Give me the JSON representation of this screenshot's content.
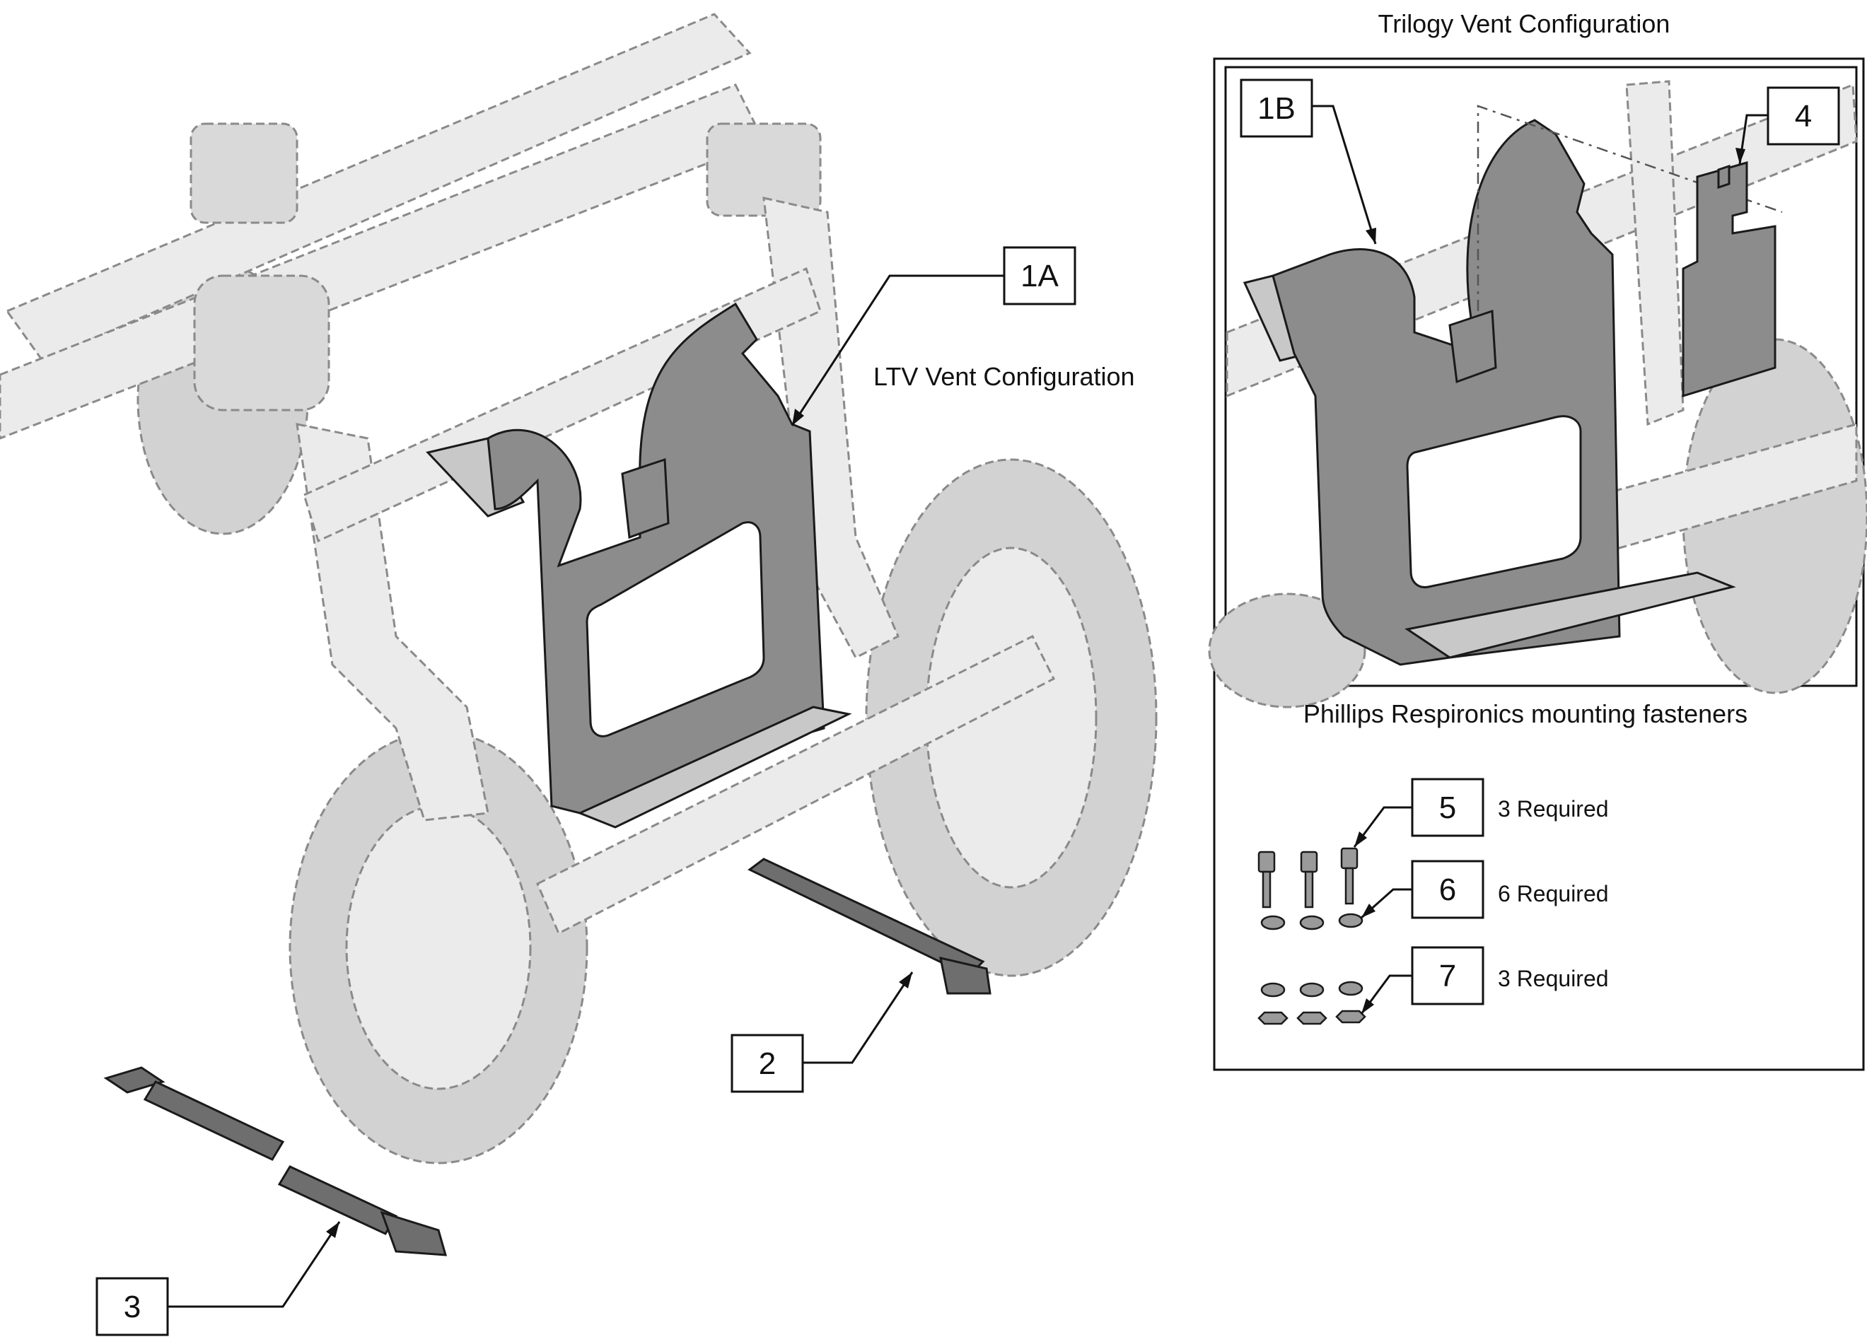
{
  "headings": {
    "trilogy": "Trilogy Vent Configuration",
    "ltv": "LTV Vent Configuration",
    "fasteners": "Phillips Respironics mounting fasteners"
  },
  "callouts": {
    "c1a": "1A",
    "c1b": "1B",
    "c2": "2",
    "c3": "3",
    "c4": "4",
    "c5": "5",
    "c6": "6",
    "c7": "7"
  },
  "quantities": {
    "q5": "3 Required",
    "q6": "6 Required",
    "q7": "3 Required"
  }
}
